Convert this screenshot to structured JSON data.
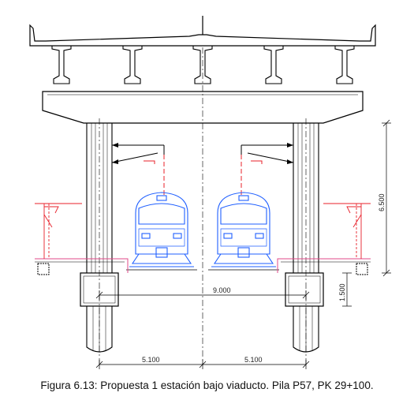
{
  "dimensions": {
    "span_between_piers": "9.000",
    "height_total": "6.500",
    "height_lower": "1.500",
    "half_span_left": "5.100",
    "half_span_right": "5.100"
  },
  "caption": "Figura 6.13: Propuesta 1 estación bajo viaducto. Pila P57, PK 29+100.",
  "colors": {
    "structure": "#000000",
    "train": "#1f5fff",
    "catenary_red": "#e8202a",
    "platform_pink": "#e04a8a"
  }
}
